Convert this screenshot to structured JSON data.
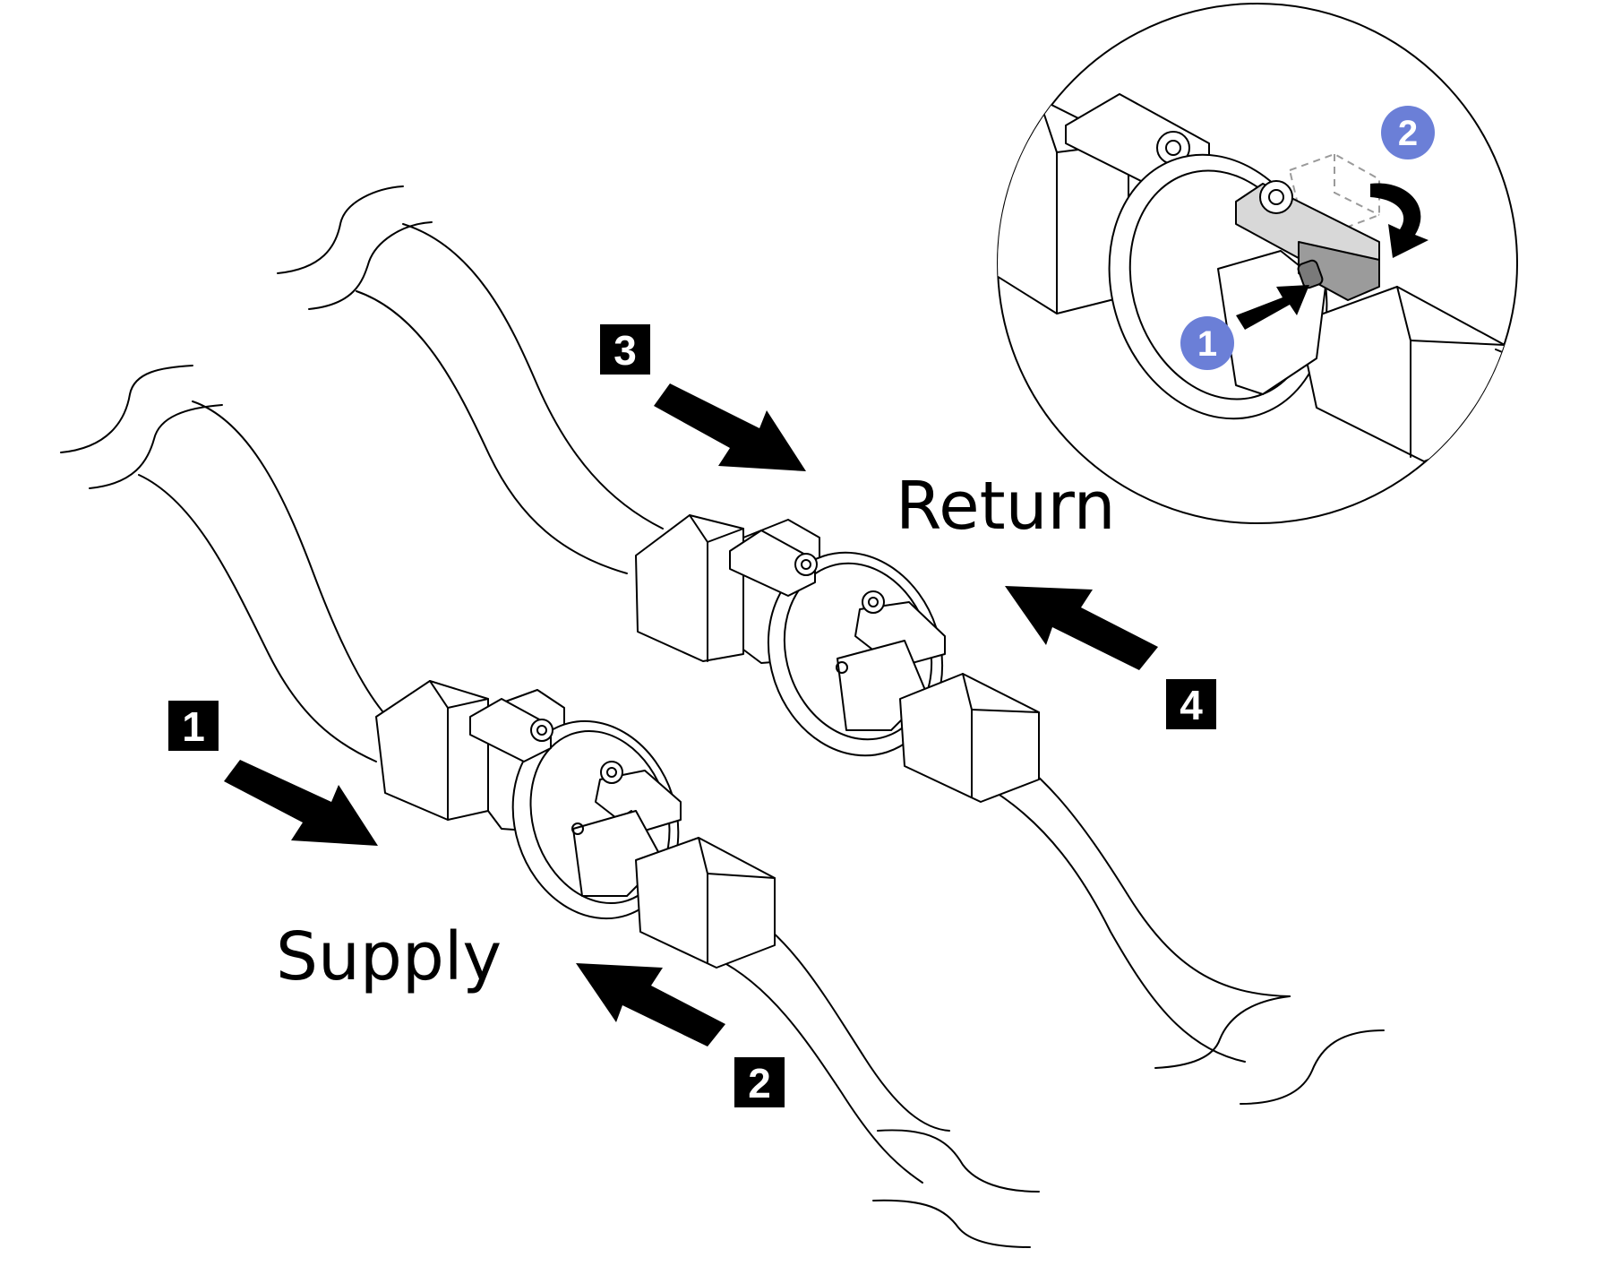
{
  "labels": {
    "supply": "Supply",
    "return": "Return"
  },
  "steps": [
    {
      "id": "1",
      "text": "1"
    },
    {
      "id": "2",
      "text": "2"
    },
    {
      "id": "3",
      "text": "3"
    },
    {
      "id": "4",
      "text": "4"
    }
  ],
  "callouts": [
    {
      "id": "1",
      "text": "1",
      "color": "#6b7fd7"
    },
    {
      "id": "2",
      "text": "2",
      "color": "#6b7fd7"
    }
  ],
  "colors": {
    "line": "#000000",
    "background": "#ffffff",
    "callout": "#6b7fd7",
    "ghost_handle": "#9a9a9a"
  },
  "icons": {
    "step_arrow": "thick-arrow",
    "rotate_arrow": "curved-arrow"
  }
}
